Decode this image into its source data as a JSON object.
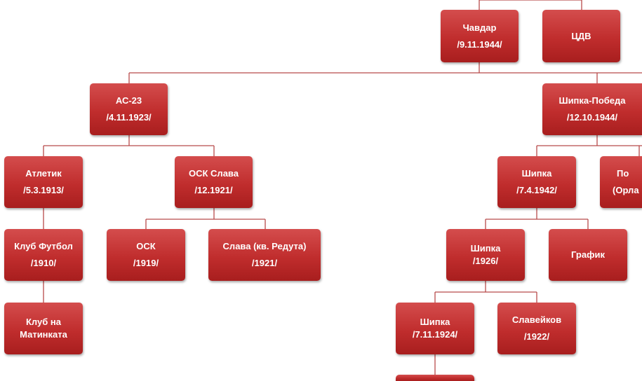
{
  "nodes": {
    "chavdar": {
      "l1": "Чавдар",
      "l2": "/9.11.1944/"
    },
    "cdv": {
      "l1": "ЦДВ"
    },
    "as23": {
      "l1": "АС-23",
      "l2": "/4.11.1923/"
    },
    "shipka_pobeda": {
      "l1": "Шипка-Победа",
      "l2": "/12.10.1944/"
    },
    "atletik": {
      "l1": "Атлетик",
      "l2": "/5.3.1913/"
    },
    "osk_slava": {
      "l1": "ОСК Слава",
      "l2": "/12.1921/"
    },
    "shipka_1942": {
      "l1": "Шипка",
      "l2": "/7.4.1942/"
    },
    "cut_right": {
      "l1": "По",
      "l2": "(Орла"
    },
    "klub_futbol": {
      "l1": "Клуб Футбол",
      "l2": "/1910/"
    },
    "osk": {
      "l1": "ОСК",
      "l2": "/1919/"
    },
    "slava_reduta": {
      "l1": "Слава (кв. Редута)",
      "l2": "/1921/"
    },
    "shipka_1926": {
      "l1": "Шипка",
      "l2": "/1926/"
    },
    "grafik": {
      "l1": "График"
    },
    "klub_matinka": {
      "l1": "Клуб на",
      "l2": "Матинката"
    },
    "shipka_1924": {
      "l1": "Шипка",
      "l2": "/7.11.1924/"
    },
    "slaveykov": {
      "l1": "Славейков",
      "l2": "/1922/"
    }
  },
  "colors": {
    "box": "#c02d2d",
    "line": "#b84a4a"
  }
}
